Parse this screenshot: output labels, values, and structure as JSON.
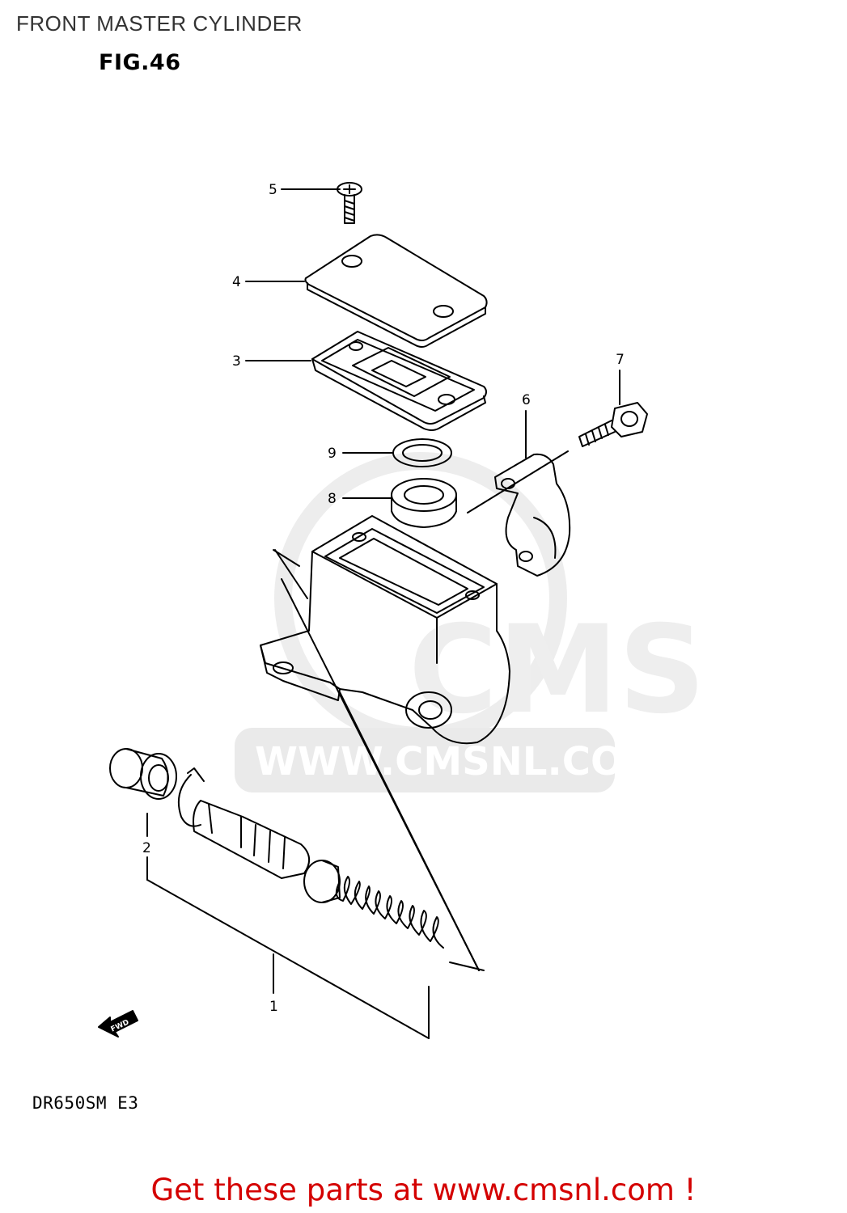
{
  "header": {
    "title": "FRONT MASTER CYLINDER",
    "figure": "FIG.46"
  },
  "footer": {
    "model": "DR650SM  E3",
    "promo": "Get these parts at www.cmsnl.com !"
  },
  "watermark": {
    "brand": "CMS",
    "url": "WWW.CMSNL.COM"
  },
  "fwd_label": "FWD",
  "parts": [
    {
      "label": "1"
    },
    {
      "label": "2"
    },
    {
      "label": "3"
    },
    {
      "label": "4"
    },
    {
      "label": "5"
    },
    {
      "label": "6"
    },
    {
      "label": "7"
    },
    {
      "label": "8"
    },
    {
      "label": "9"
    }
  ],
  "colors": {
    "promo": "#d40000",
    "watermark": "#e6e6e6"
  }
}
